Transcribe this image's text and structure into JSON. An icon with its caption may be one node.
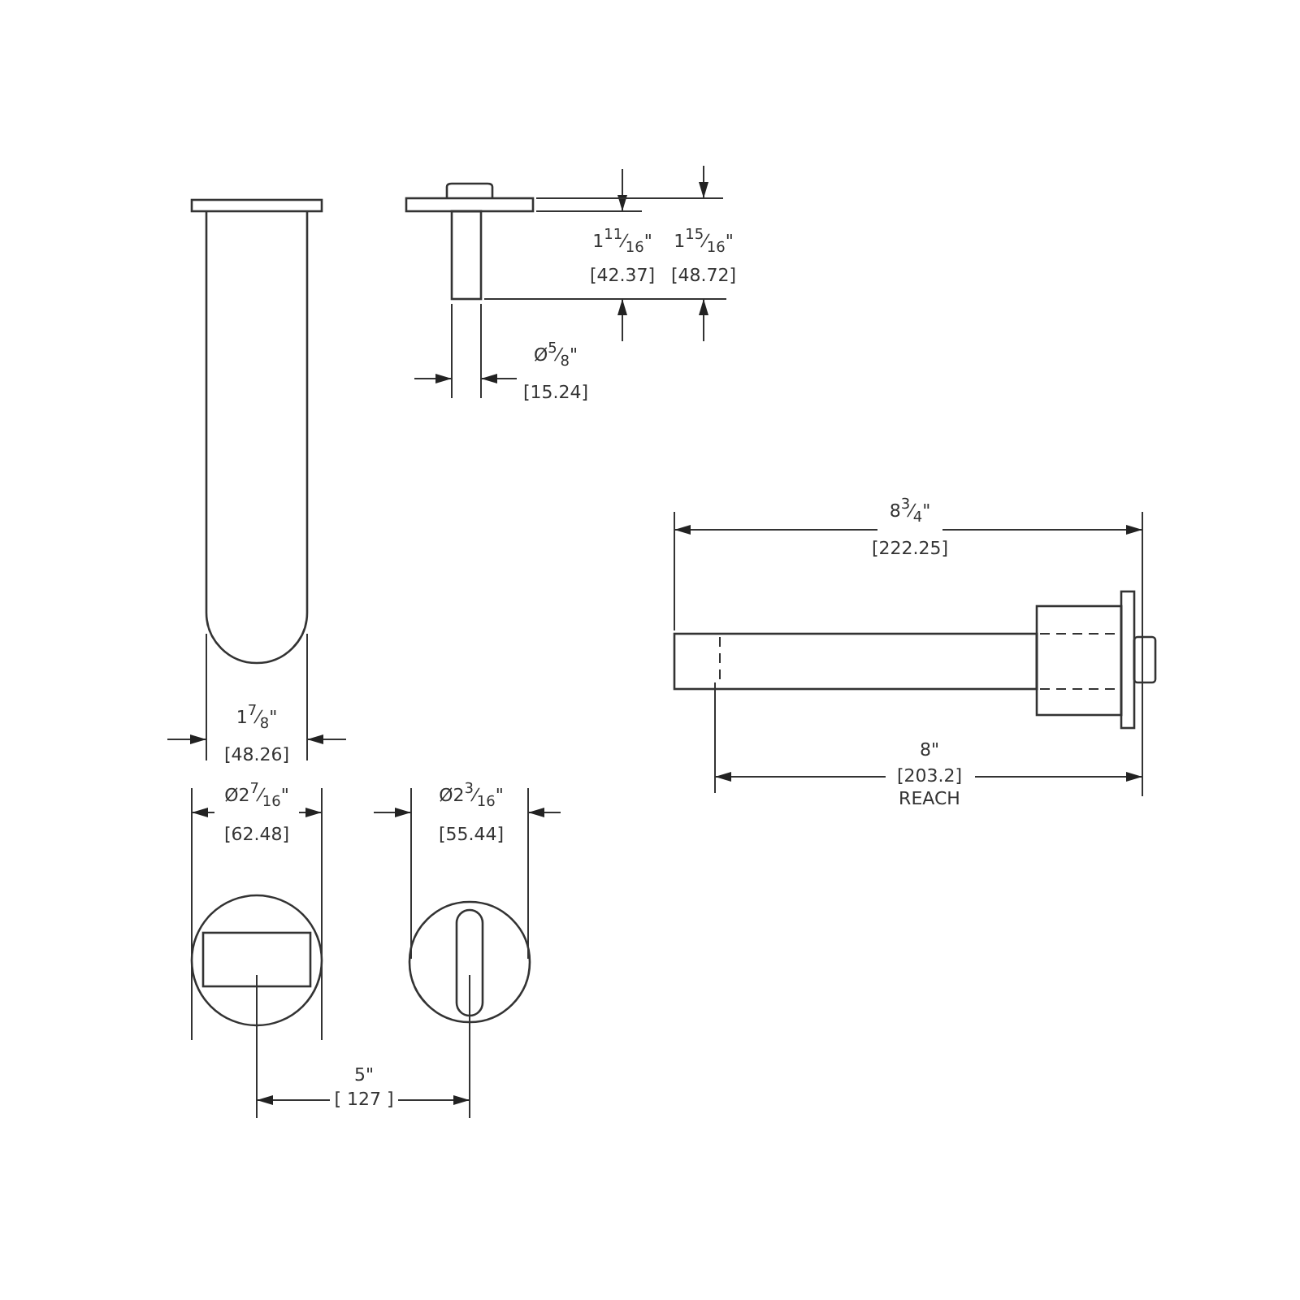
{
  "diagram": {
    "labels": [
      "1$^{11}$⁄$_{16}$\"",
      "1$^{15}$⁄$_{16}$\"",
      "[42.37]",
      "[48.72]",
      "Ø$^{5}$⁄$_{8}$\"",
      "[15.24]",
      "8$^{3}$⁄$_{4}$\"",
      "[222.25]",
      "8\"",
      "[203.2]",
      "REACH",
      "1$^{7}$⁄$_{8}$\"",
      "[48.26]",
      "Ø2$^{7}$⁄$_{16}$\"",
      "[62.48]",
      "Ø2$^{3}$⁄$_{16}$\"",
      "[55.44]",
      "5\"",
      "[ 127 ]"
    ]
  }
}
